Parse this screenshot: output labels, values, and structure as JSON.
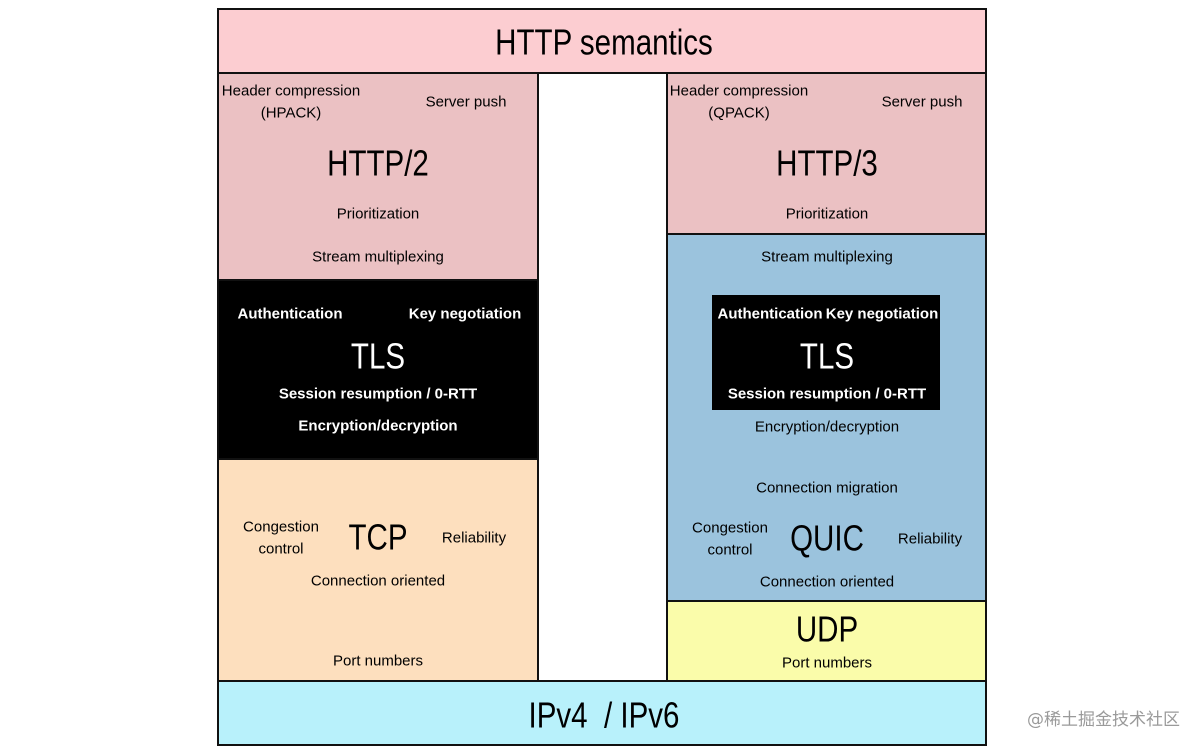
{
  "http_semantics": "HTTP semantics",
  "http2": {
    "title": "HTTP/2",
    "header_compression": [
      "Header compression",
      "(HPACK)"
    ],
    "server_push": "Server push",
    "prioritization": "Prioritization",
    "stream_multiplexing": "Stream multiplexing"
  },
  "tls_left": {
    "title": "TLS",
    "authentication": "Authentication",
    "key_negotiation": "Key negotiation",
    "session_resumption": "Session resumption / 0-RTT",
    "encryption": "Encryption/decryption"
  },
  "tcp": {
    "title": "TCP",
    "congestion": [
      "Congestion",
      "control"
    ],
    "reliability": "Reliability",
    "connection_oriented": "Connection oriented",
    "port_numbers": "Port numbers"
  },
  "http3": {
    "title": "HTTP/3",
    "header_compression": [
      "Header compression",
      "(QPACK)"
    ],
    "server_push": "Server push",
    "prioritization": "Prioritization"
  },
  "quic": {
    "title": "QUIC",
    "stream_multiplexing": "Stream multiplexing",
    "encryption": "Encryption/decryption",
    "connection_migration": "Connection migration",
    "congestion": [
      "Congestion",
      "control"
    ],
    "reliability": "Reliability",
    "connection_oriented": "Connection oriented"
  },
  "tls_right": {
    "title": "TLS",
    "authentication": "Authentication",
    "key_negotiation": "Key negotiation",
    "session_resumption": "Session resumption / 0-RTT"
  },
  "udp": {
    "title": "UDP",
    "port_numbers": "Port numbers"
  },
  "ip": "IPv4  / IPv6",
  "watermark": "@稀土掘金技术社区",
  "colors": {
    "http_semantics": "#fccdd1",
    "http_layer": "#ebc1c3",
    "tls": "#000000",
    "tcp": "#fddfbe",
    "quic": "#9bc3dd",
    "udp": "#fafcaa",
    "ip": "#b8f1fb"
  }
}
